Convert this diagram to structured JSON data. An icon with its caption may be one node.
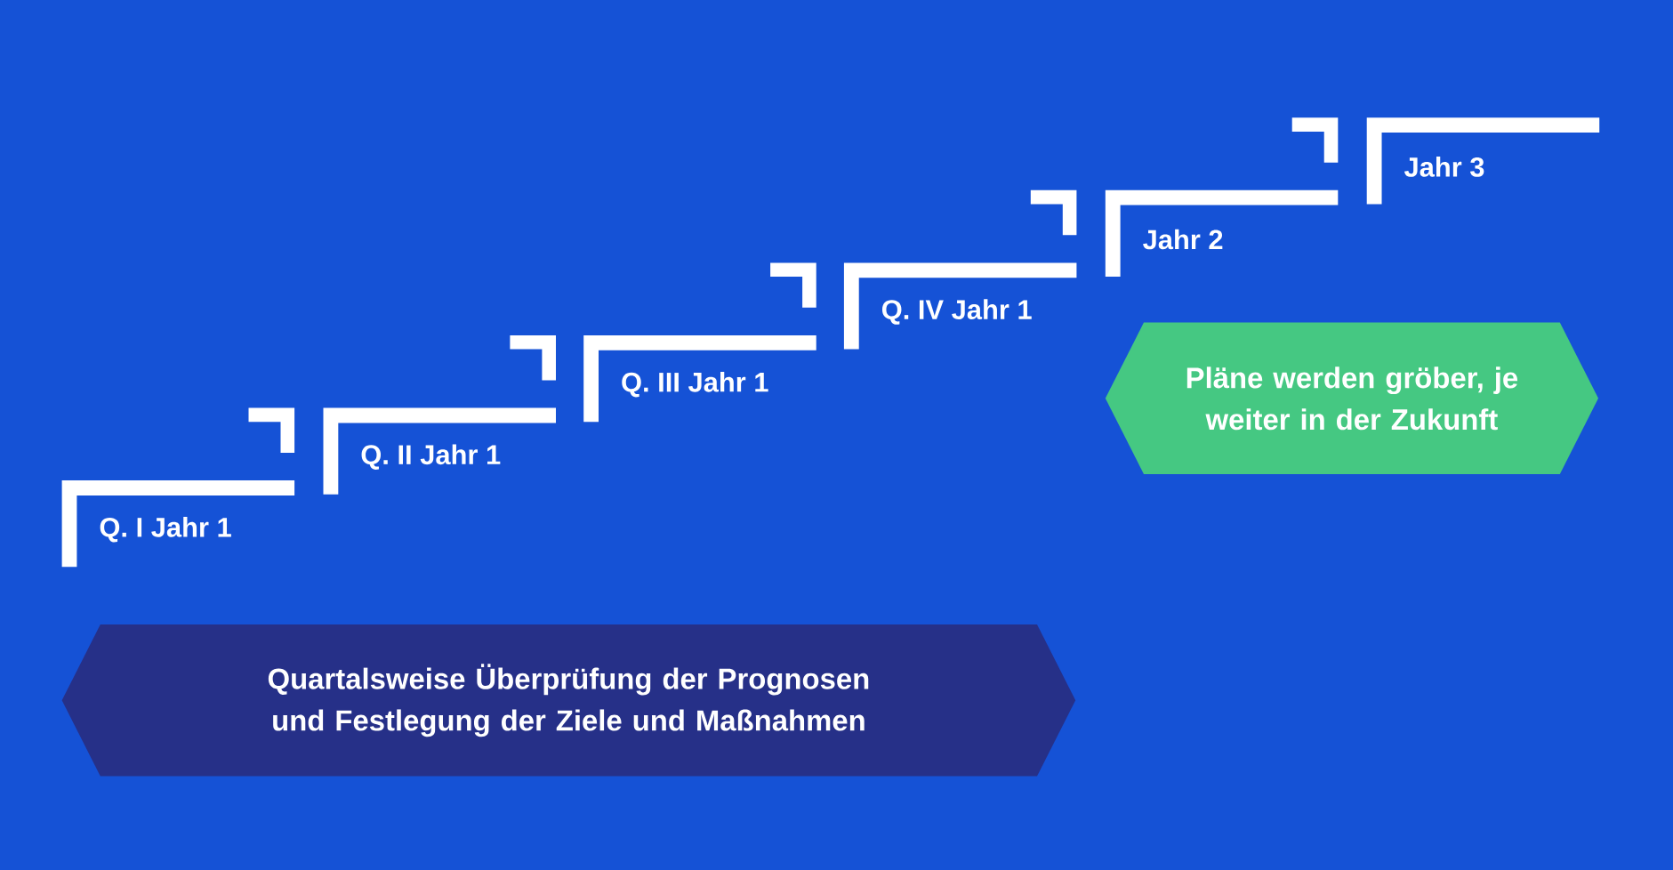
{
  "diagram": {
    "nodes": [
      {
        "text": [
          "Q. I Jahr 1"
        ]
      },
      {
        "text": [
          "Q. II Jahr 1"
        ]
      },
      {
        "text": [
          "Q. III Jahr 1"
        ]
      },
      {
        "text": [
          "Q. IV Jahr 1"
        ]
      },
      {
        "text": [
          "Jahr 2"
        ]
      },
      {
        "text": [
          "Jahr 3"
        ]
      },
      {
        "text": [
          "Quartalsweise Überprüfung der Prognosen und Festlegung der Ziele und Maßnahmen"
        ]
      },
      {
        "text": [
          "Pläne werden gröber, je weiter in der Zukunft"
        ]
      }
    ]
  }
}
